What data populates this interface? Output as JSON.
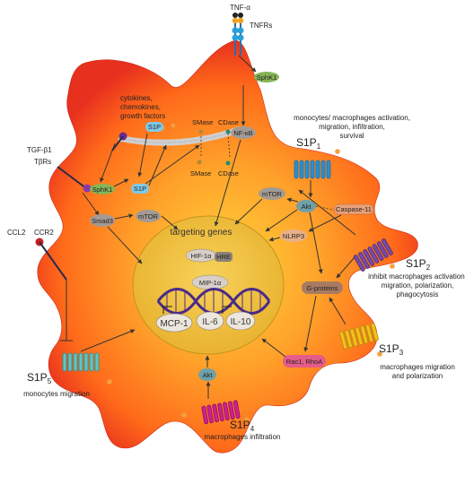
{
  "labels": {
    "tnf_alpha": "TNF-α",
    "tnfrs": "TNFRs",
    "sphk1_top": "SphK1",
    "nfkb": "NF-κB",
    "cytokines_line1": "cytokines,",
    "cytokines_line2": "chemokines,",
    "cytokines_line3": "growth factors",
    "s1p_out": "S1P",
    "smase_top": "SMase",
    "cdase_top": "CDase",
    "smase_bottom": "SMase",
    "cdase_bottom": "CDase",
    "tgf_beta1": "TGF-β1",
    "tbrs": "TβRs",
    "sphk1_left": "SphK1",
    "s1p_in": "S1P",
    "smad3": "Smad3",
    "mtor_left": "mTOR",
    "mtor_right": "mTOR",
    "akt_right": "Akt",
    "caspase11": "Caspase-11",
    "nlrp3": "NLRP3",
    "gproteins": "G-proteins",
    "rac1_rhoa": "Rac1, RhoA",
    "akt_bottom": "Akt",
    "targeting_genes": "targeting genes",
    "hif1a": "HIF-1α",
    "hre": "HRE",
    "mip1a": "MIP-1α",
    "mcp1": "MCP-1",
    "il6": "IL-6",
    "il10": "IL-10",
    "ccl2": "CCL2",
    "ccr2": "CCR2"
  },
  "receptors": {
    "s1p1": {
      "name": "S1P",
      "sub": "1",
      "desc": [
        "monocytes/ macrophages activation,",
        "migration, infiltration,",
        "survival"
      ]
    },
    "s1p2": {
      "name": "S1P",
      "sub": "2",
      "desc": [
        "inhibit macrophages activation,",
        "migration, polarization,",
        "phagocytosis"
      ]
    },
    "s1p3": {
      "name": "S1P",
      "sub": "3",
      "desc": [
        "macrophages migration",
        "and polarization"
      ]
    },
    "s1p4": {
      "name": "S1P",
      "sub": "4",
      "desc": [
        "macrophages infiltration"
      ]
    },
    "s1p5": {
      "name": "S1P",
      "sub": "5",
      "desc": [
        "monocytes migration"
      ]
    }
  },
  "colors": {
    "cell_outer": "#e8301e",
    "cell_mid": "#ff6a1a",
    "cell_inner": "#ffd23a",
    "nucleus": "#f2c43a",
    "s1p1_receptor": "#2a8fd0",
    "s1p2_receptor": "#7a4aa8",
    "s1p3_receptor": "#f2c21b",
    "s1p4_receptor": "#d11f8f",
    "s1p5_receptor": "#5fc6c4",
    "node_green": "#86b556",
    "node_grey": "#a39a93",
    "node_pink": "#e55c8a",
    "s1p_blue": "#7fc9e8",
    "dna": "#4a2a8a"
  }
}
